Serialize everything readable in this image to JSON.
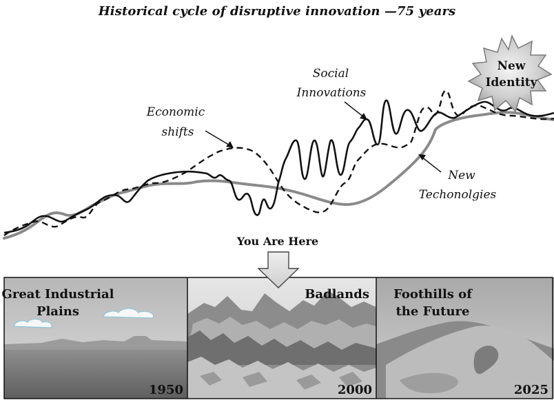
{
  "title": "Historical cycle of disruptive innovation —75 years",
  "curve_labels": {
    "economic_line1": "Economic",
    "economic_line2": "shifts",
    "social_line1": "Social",
    "social_line2": "Innovations",
    "tech_line1": "New",
    "tech_line2": "Techonolgies"
  },
  "burst": {
    "line1": "New",
    "line2": "Identity"
  },
  "marker": "You Are Here",
  "panels": [
    {
      "line1": "Great Industrial",
      "line2": "Plains",
      "year": "1950"
    },
    {
      "line1": "Badlands",
      "line2": "",
      "year": "2000"
    },
    {
      "line1": "Foothills of",
      "line2": "the Future",
      "year": "2025"
    }
  ]
}
